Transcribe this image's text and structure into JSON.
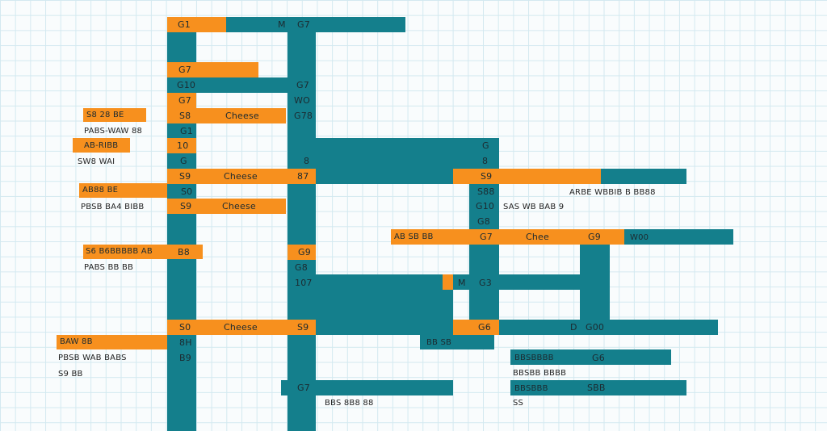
{
  "colors": {
    "teal": "#147f8c",
    "orange": "#f7901e",
    "grid": "#d3e9f0",
    "background": "#f9fcfd"
  },
  "labels": {
    "l01": "G1",
    "l02": "M",
    "l03": "G7",
    "l04": "G7",
    "l05": "G10",
    "l06": "G7",
    "l07": "WO",
    "l08": "S8 28 BE",
    "l09": "S8",
    "l10": "Cheese",
    "l11": "G78",
    "l12": "PABS-WAW 88",
    "l13": "G1",
    "l14": "AB-RIBB",
    "l15": "10",
    "l16": "G",
    "l17": "SW8 WAI",
    "l18": "G",
    "l19": "S9",
    "l20": "Cheese",
    "l21": "87",
    "l22": "S9",
    "l23": "AB88 BE",
    "l24": "8",
    "l25": "S88",
    "l26": "SS",
    "l27": "PBSB BA4 BIBB",
    "l28": "S9",
    "l29": "Cheese",
    "l30": "G10",
    "l31": "SAS WB BAB 9",
    "l32": "G8",
    "l33": "ARBE WBBIB B BB88",
    "l34": "AB SB BB",
    "l35": "G7",
    "l36": "Chee",
    "l37": "G9",
    "l38": "W00",
    "l39": "S6 B6BBBBB AB",
    "l40": "B8",
    "l41": "G9",
    "l42": "PABS BB BB",
    "l43": "G8",
    "l44": "107",
    "l45": "M",
    "l46": "G3",
    "l47": "S0",
    "l48": "Cheese",
    "l49": "S9",
    "l50": "G6",
    "l51": "D",
    "l52": "G00",
    "l53": "BAW 8B",
    "l54": "8H",
    "l55": "PBSB WAB BABS",
    "l56": "B9",
    "l57": "BB SB",
    "l58": "S9 BB",
    "l59": "G6",
    "l60": "BBSBBBB",
    "l61": "BBSBB BBBB",
    "l62": "G7",
    "l63": "BBS 8B8 88",
    "l64": "BBSBBB",
    "l65": "SBB"
  }
}
